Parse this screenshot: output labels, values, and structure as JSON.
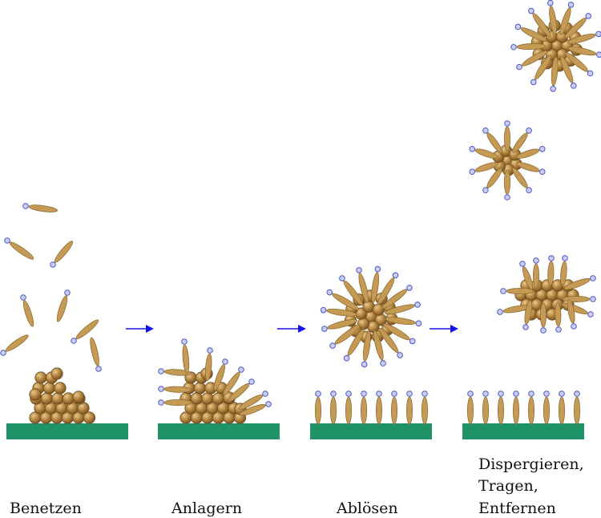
{
  "steps": [
    {
      "label": "Benetzen"
    },
    {
      "label": "Anlagern"
    },
    {
      "label": "Ablösen"
    },
    {
      "label_lines": [
        "Dispergieren,",
        "Tragen,",
        "Entfernen"
      ]
    }
  ],
  "colors": {
    "surface": "#1f9268",
    "tail": "#c49a55",
    "tail_stroke": "#8f6d33",
    "particle": "#a87b3a",
    "particle_stroke": "#6f4c1c",
    "head": "#c9cff2",
    "head_stroke": "#4b56c6",
    "arrow": "#1414e6"
  },
  "icons": [
    "surfactant-molecule-icon",
    "dirt-particle-icon",
    "process-arrow-icon"
  ]
}
